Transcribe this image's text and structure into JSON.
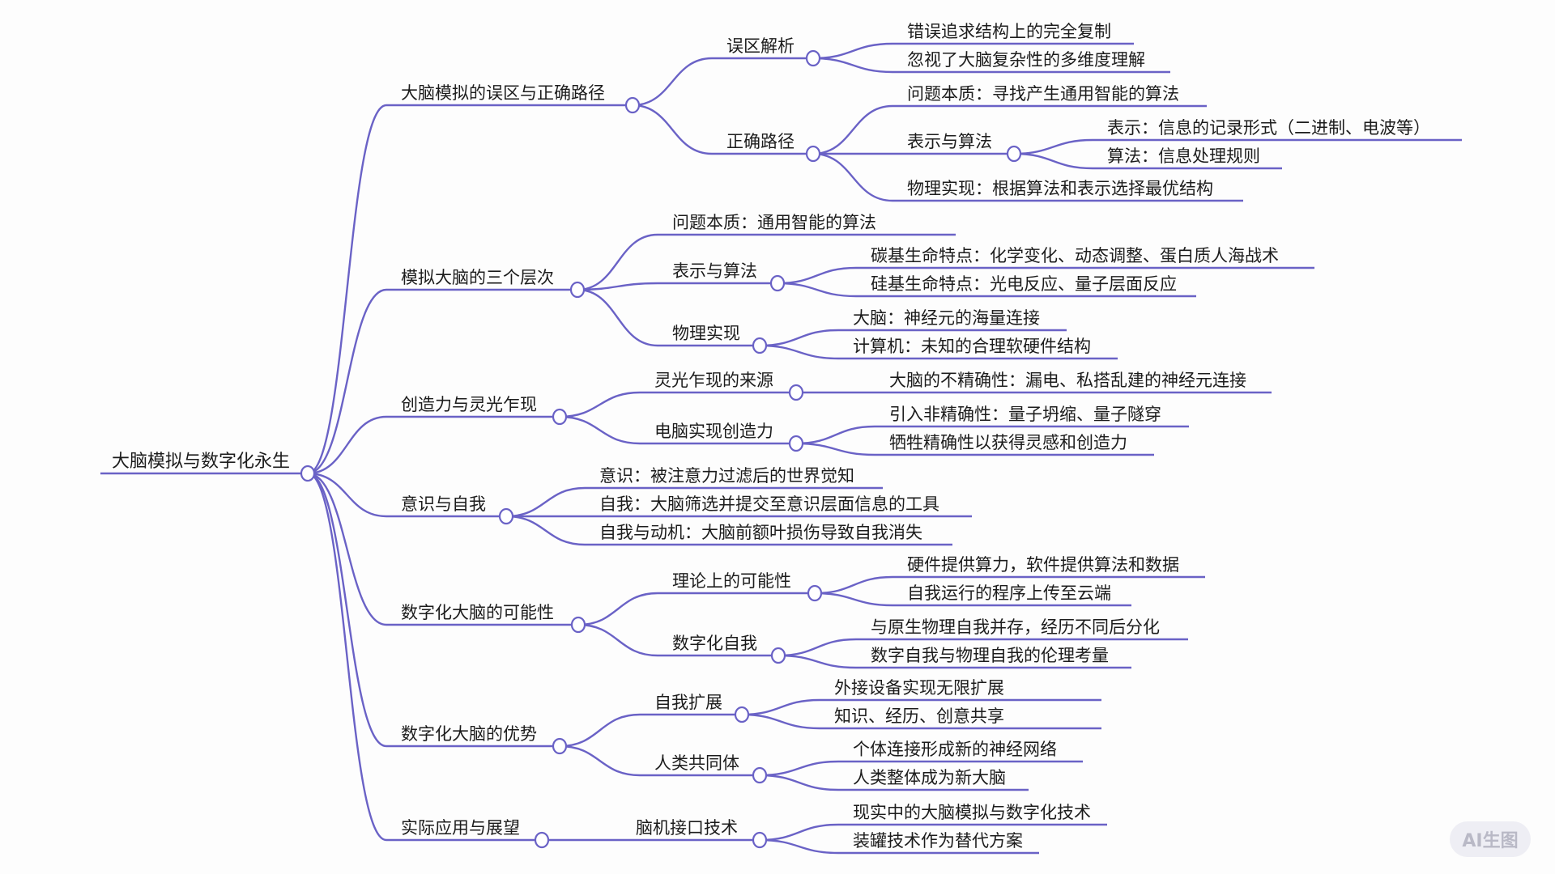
{
  "mindmap": {
    "root": {
      "label": "大脑模拟与数字化永生",
      "children": [
        {
          "label": "大脑模拟的误区与正确路径",
          "children": [
            {
              "label": "误区解析",
              "children": [
                {
                  "label": "错误追求结构上的完全复制"
                },
                {
                  "label": "忽视了大脑复杂性的多维度理解"
                }
              ]
            },
            {
              "label": "正确路径",
              "children": [
                {
                  "label": "问题本质：寻找产生通用智能的算法"
                },
                {
                  "label": "表示与算法",
                  "children": [
                    {
                      "label": "表示：信息的记录形式（二进制、电波等）"
                    },
                    {
                      "label": "算法：信息处理规则"
                    }
                  ]
                },
                {
                  "label": "物理实现：根据算法和表示选择最优结构"
                }
              ]
            }
          ]
        },
        {
          "label": "模拟大脑的三个层次",
          "children": [
            {
              "label": "问题本质：通用智能的算法"
            },
            {
              "label": "表示与算法",
              "children": [
                {
                  "label": "碳基生命特点：化学变化、动态调整、蛋白质人海战术"
                },
                {
                  "label": "硅基生命特点：光电反应、量子层面反应"
                }
              ]
            },
            {
              "label": "物理实现",
              "children": [
                {
                  "label": "大脑：神经元的海量连接"
                },
                {
                  "label": "计算机：未知的合理软硬件结构"
                }
              ]
            }
          ]
        },
        {
          "label": "创造力与灵光乍现",
          "children": [
            {
              "label": "灵光乍现的来源",
              "children": [
                {
                  "label": "大脑的不精确性：漏电、私搭乱建的神经元连接"
                }
              ]
            },
            {
              "label": "电脑实现创造力",
              "children": [
                {
                  "label": "引入非精确性：量子坍缩、量子隧穿"
                },
                {
                  "label": "牺牲精确性以获得灵感和创造力"
                }
              ]
            }
          ]
        },
        {
          "label": "意识与自我",
          "children": [
            {
              "label": "意识：被注意力过滤后的世界觉知"
            },
            {
              "label": "自我：大脑筛选并提交至意识层面信息的工具"
            },
            {
              "label": "自我与动机：大脑前额叶损伤导致自我消失"
            }
          ]
        },
        {
          "label": "数字化大脑的可能性",
          "children": [
            {
              "label": "理论上的可能性",
              "children": [
                {
                  "label": "硬件提供算力，软件提供算法和数据"
                },
                {
                  "label": "自我运行的程序上传至云端"
                }
              ]
            },
            {
              "label": "数字化自我",
              "children": [
                {
                  "label": "与原生物理自我并存，经历不同后分化"
                },
                {
                  "label": "数字自我与物理自我的伦理考量"
                }
              ]
            }
          ]
        },
        {
          "label": "数字化大脑的优势",
          "children": [
            {
              "label": "自我扩展",
              "children": [
                {
                  "label": "外接设备实现无限扩展"
                },
                {
                  "label": "知识、经历、创意共享"
                }
              ]
            },
            {
              "label": "人类共同体",
              "children": [
                {
                  "label": "个体连接形成新的神经网络"
                },
                {
                  "label": "人类整体成为新大脑"
                }
              ]
            }
          ]
        },
        {
          "label": "实际应用与展望",
          "children": [
            {
              "label": "脑机接口技术",
              "children": [
                {
                  "label": "现实中的大脑模拟与数字化技术"
                },
                {
                  "label": "装罐技术作为替代方案"
                }
              ]
            }
          ]
        }
      ]
    },
    "colors": {
      "edge": "#6a62c6",
      "text": "#1c1c1c",
      "background": "#fdfdfd"
    }
  },
  "badge": {
    "label": "AI生图"
  }
}
